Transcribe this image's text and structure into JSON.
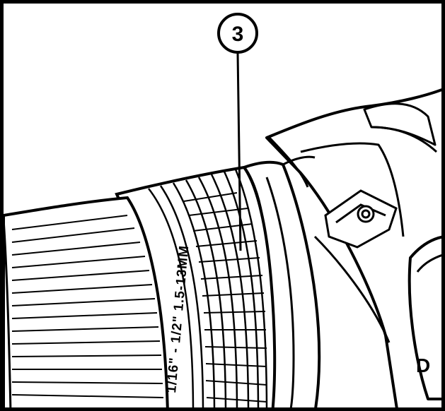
{
  "callout": {
    "number": "3"
  },
  "chuck_scale_label": "1/16\" - 1/2\" 1.5-13MM",
  "body_mark": "D",
  "colors": {
    "line": "#000000",
    "fill": "#ffffff",
    "border": "#000000"
  }
}
